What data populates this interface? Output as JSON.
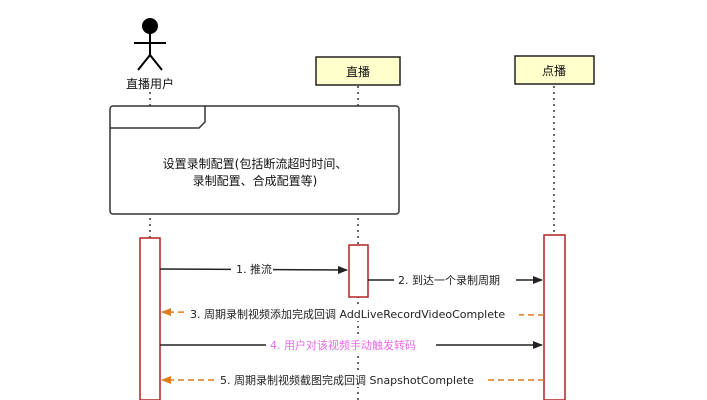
{
  "actors": {
    "user": {
      "label": "直播用户"
    },
    "live": {
      "label": "直播"
    },
    "vod": {
      "label": "点播"
    }
  },
  "note": {
    "line1": "设置录制配置(包括断流超时时间、",
    "line2": "录制配置、合成配置等)"
  },
  "messages": [
    {
      "label": "1. 推流",
      "style": "solid",
      "color": "#000000"
    },
    {
      "label": "2. 到达一个录制周期",
      "style": "solid",
      "color": "#000000"
    },
    {
      "label": "3. 周期录制视频添加完成回调 AddLiveRecordVideoComplete",
      "style": "dashed",
      "color": "#e07a1e"
    },
    {
      "label": "4. 用户对该视频手动触发转码",
      "style": "solid",
      "color": "#e86ae8"
    },
    {
      "label": "5. 周期录制视频截图完成回调 SnapshotComplete",
      "style": "dashed",
      "color": "#e07a1e"
    }
  ],
  "colors": {
    "participant_fill": "#ffffcc",
    "activation_stroke": "#b22222",
    "orange_arrow": "#e07a1e",
    "pink_text": "#e86ae8"
  }
}
